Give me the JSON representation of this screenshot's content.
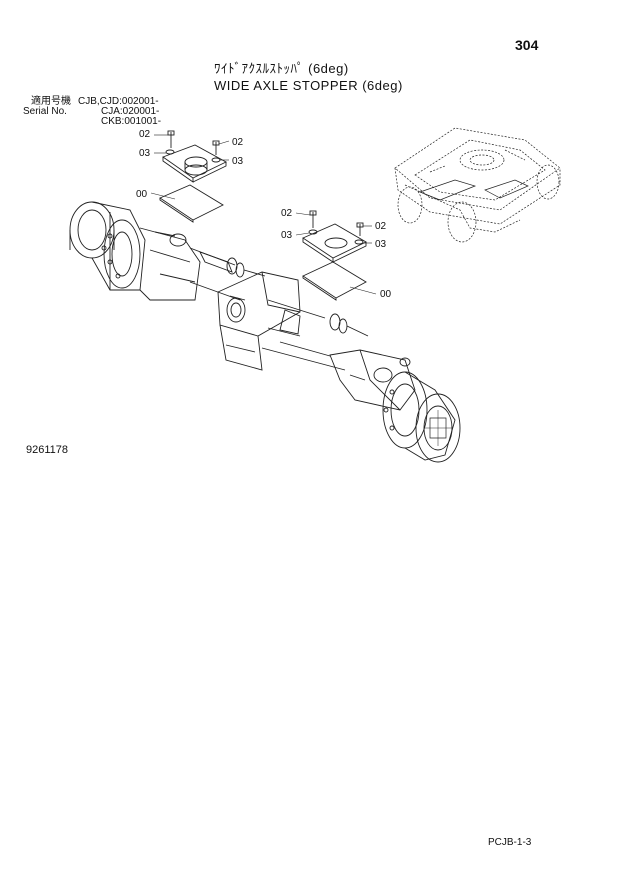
{
  "page": {
    "number": "304",
    "title_jp": "ﾜｲﾄﾞｱｸｽﾙｽﾄｯﾊﾟ (6deg)",
    "title_en": "WIDE AXLE STOPPER (6deg)",
    "figure_number": "9261178",
    "footer_code": "PCJB-1-3"
  },
  "serial": {
    "label_jp": "適用号機",
    "label_en": "Serial No.",
    "ranges": [
      "CJB,CJD:002001-",
      "CJA:020001-",
      "CKB:001001-"
    ]
  },
  "callouts": {
    "upper_left": [
      "02",
      "03",
      "02",
      "03",
      "00"
    ],
    "lower_right": [
      "02",
      "03",
      "02",
      "03",
      "00"
    ]
  }
}
